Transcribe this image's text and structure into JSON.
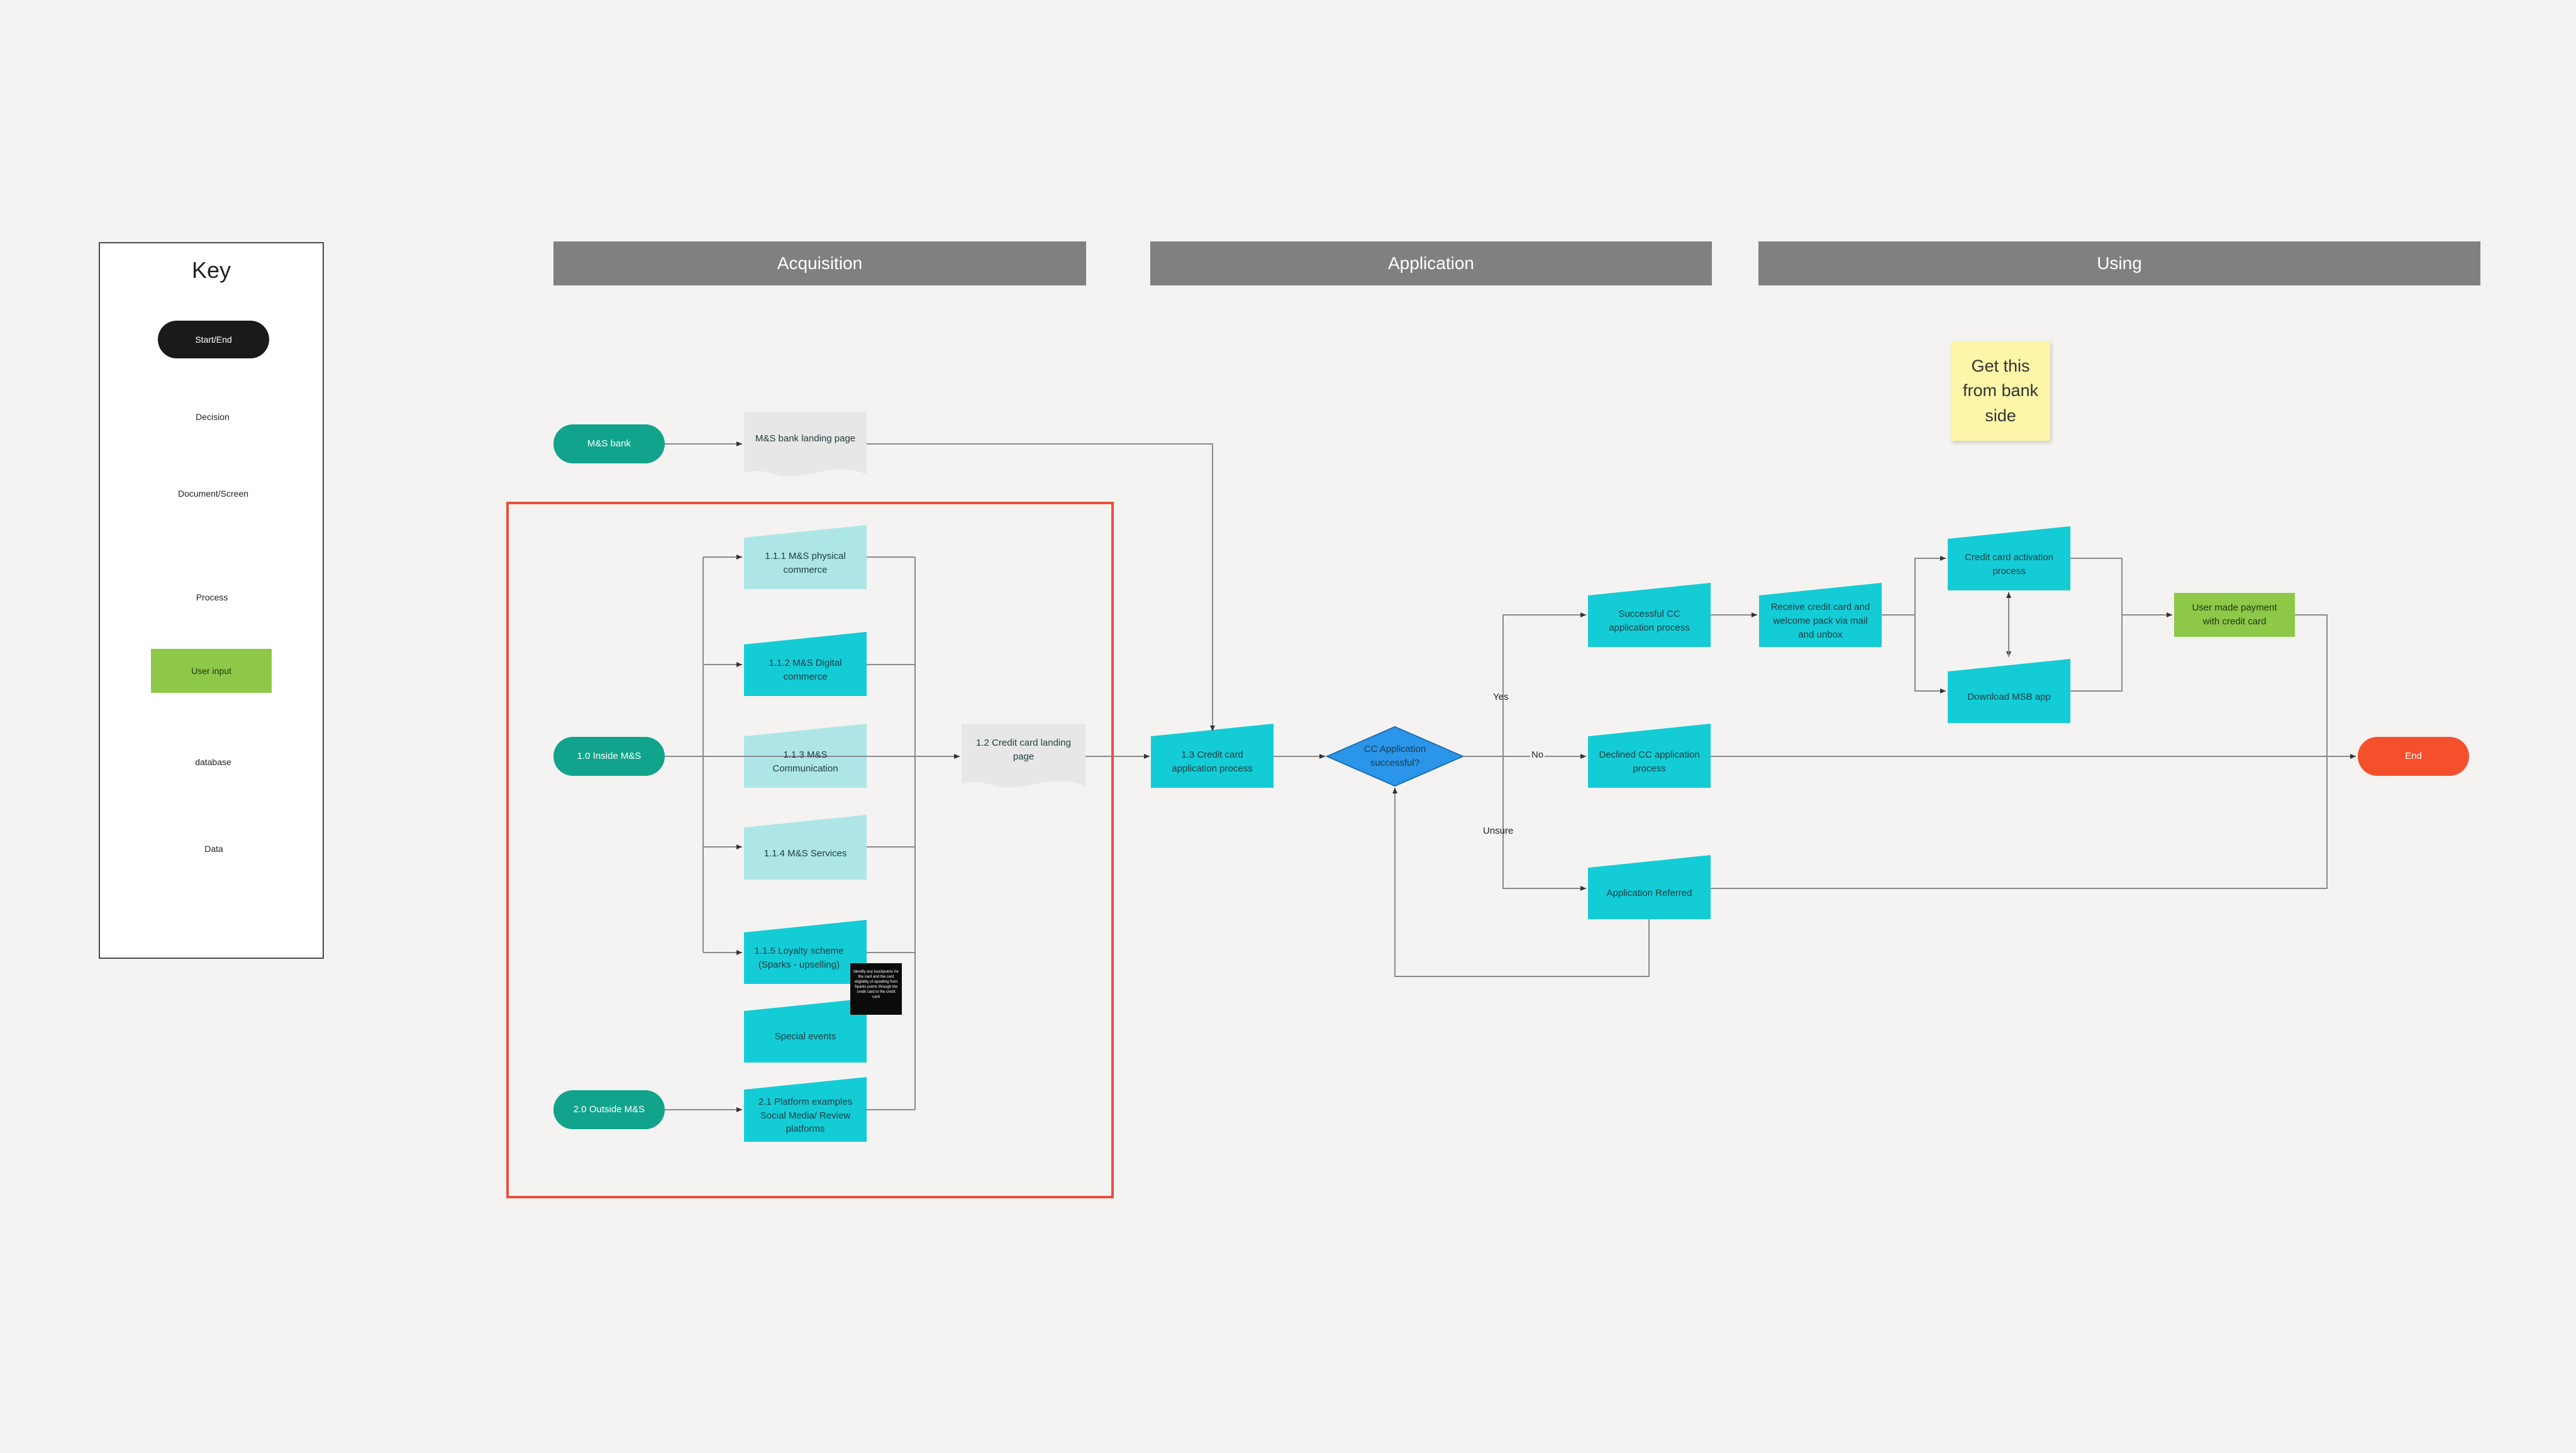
{
  "legend": {
    "title": "Key",
    "items": {
      "start_end": "Start/End",
      "decision": "Decision",
      "document": "Document/Screen",
      "process": "Process",
      "user_input": "User input",
      "database": "database",
      "data": "Data"
    }
  },
  "phases": {
    "acquisition": "Acquisition",
    "application": "Application",
    "using": "Using"
  },
  "sticky_note": "Get this from bank side",
  "nodes": {
    "ms_bank": "M&S bank",
    "ms_bank_landing": "M&S bank landing page",
    "inside_ms": "1.0 Inside M&S",
    "outside_ms": "2.0 Outside M&S",
    "physical_commerce": "1.1.1 M&S physical commerce",
    "digital_commerce": "1.1.2  M&S Digital commerce",
    "communication": "1.1.3 M&S Communication",
    "services": "1.1.4 M&S Services",
    "loyalty": "1.1.5  Loyalty scheme (Sparks - upselling)",
    "special_events": "Special events",
    "platform_examples": "2.1 Platform examples Social Media/ Review platforms",
    "cc_landing": "1.2 Credit card landing page",
    "cc_application": "1.3 Credit card application process",
    "decision": "CC Application successful?",
    "successful": "Successful CC application  process",
    "declined": "Declined CC application process",
    "referred": "Application Referred",
    "receive_card": "Receive credit card and welcome pack  via mail and unbox",
    "activation": "Credit card activation process",
    "download_app": "Download MSB app",
    "payment": "User made payment with credit card",
    "end": "End"
  },
  "edge_labels": {
    "yes": "Yes",
    "no": "No",
    "unsure": "Unsure"
  },
  "note_text": "Identify any touchpoints for the card and the card eligibility of upselling from Sparks points through the credit card to the credit card",
  "colors": {
    "start": "#11a38c",
    "process": "#14ccd6",
    "process_light": "#aee6e8",
    "decision": "#2b95e9",
    "document": "#e7e7e7",
    "user_input": "#8dc849",
    "end": "#f4502c",
    "data": "#72bcf3",
    "header": "#808080",
    "highlight_box": "#e9503b"
  }
}
